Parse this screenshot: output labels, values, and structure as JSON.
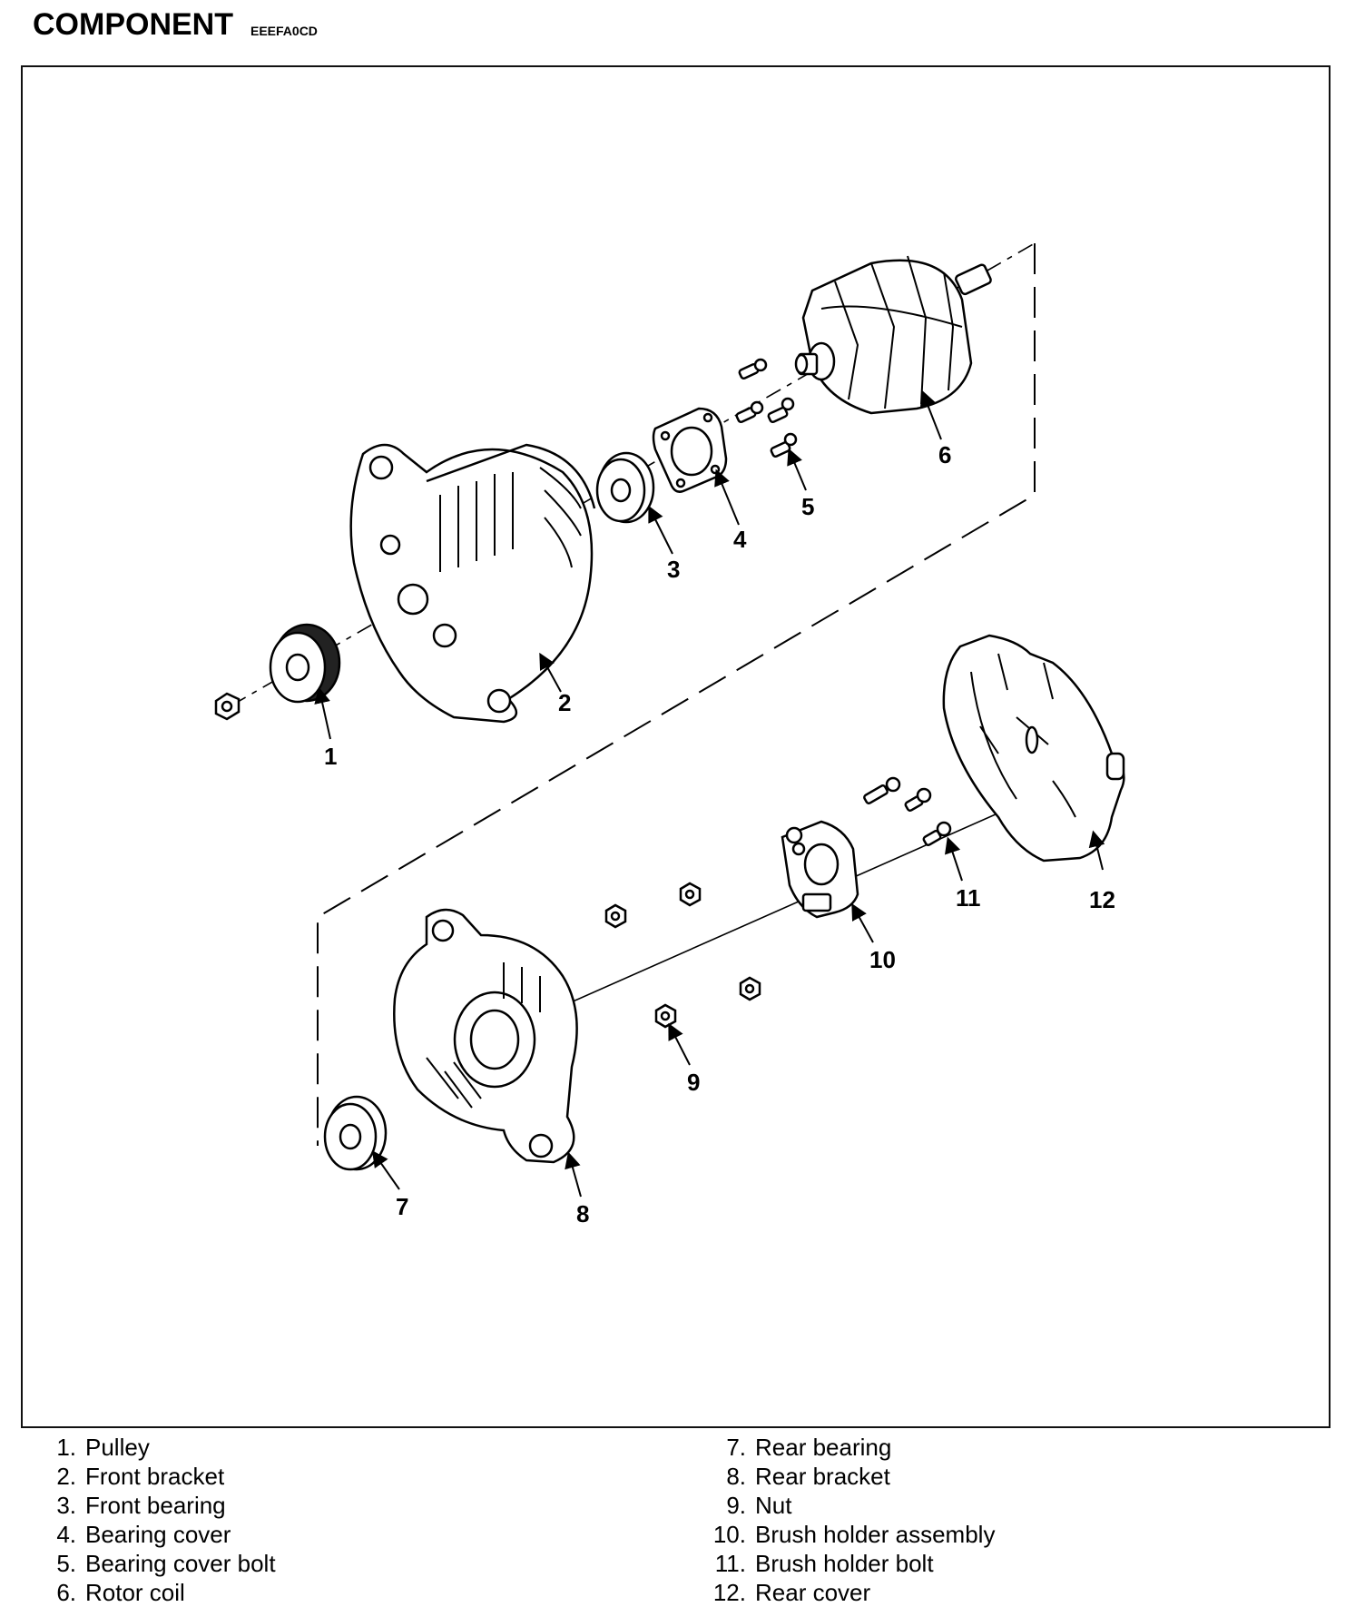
{
  "header": {
    "title": "COMPONENT",
    "code": "EEEFA0CD"
  },
  "callouts": [
    "1",
    "2",
    "3",
    "4",
    "5",
    "6",
    "7",
    "8",
    "9",
    "10",
    "11",
    "12"
  ],
  "legend": {
    "left": [
      {
        "num": "1.",
        "label": "Pulley"
      },
      {
        "num": "2.",
        "label": "Front bracket"
      },
      {
        "num": "3.",
        "label": "Front bearing"
      },
      {
        "num": "4.",
        "label": "Bearing cover"
      },
      {
        "num": "5.",
        "label": "Bearing cover bolt"
      },
      {
        "num": "6.",
        "label": "Rotor coil"
      }
    ],
    "right": [
      {
        "num": "7.",
        "label": "Rear bearing"
      },
      {
        "num": "8.",
        "label": "Rear bracket"
      },
      {
        "num": "9.",
        "label": "Nut"
      },
      {
        "num": "10.",
        "label": "Brush holder assembly"
      },
      {
        "num": "11.",
        "label": "Brush holder bolt"
      },
      {
        "num": "12.",
        "label": "Rear cover"
      }
    ]
  }
}
